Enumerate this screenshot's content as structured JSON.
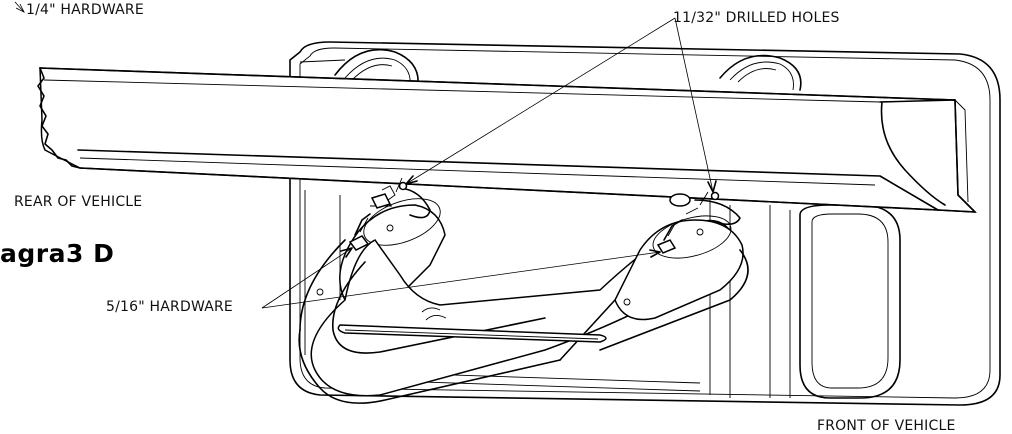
{
  "labels": {
    "hardware_quarter": "1/4\" HARDWARE",
    "drilled_holes": "11/32\" DRILLED HOLES",
    "rear_of_vehicle": "REAR OF VEHICLE",
    "front_of_vehicle": "FRONT OF VEHICLE",
    "hardware_five_sixteenths": "5/16\" HARDWARE",
    "title_fragment": "agra3 D"
  }
}
